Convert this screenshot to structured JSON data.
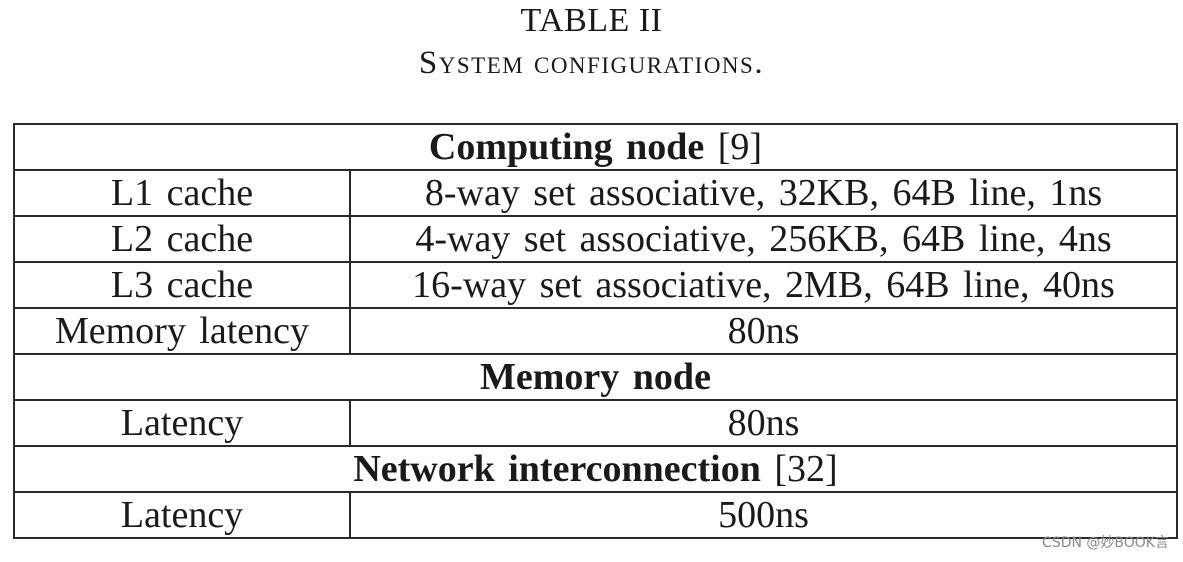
{
  "table": {
    "number": "TABLE II",
    "caption": "System configurations.",
    "sections": [
      {
        "title": "Computing node",
        "ref": "[9]",
        "rows": [
          {
            "label": "L1 cache",
            "value": "8-way set associative, 32KB, 64B line, 1ns"
          },
          {
            "label": "L2 cache",
            "value": "4-way set associative, 256KB, 64B line, 4ns"
          },
          {
            "label": "L3 cache",
            "value": "16-way set associative, 2MB, 64B line, 40ns"
          },
          {
            "label": "Memory latency",
            "value": "80ns"
          }
        ]
      },
      {
        "title": "Memory node",
        "ref": "",
        "rows": [
          {
            "label": "Latency",
            "value": "80ns"
          }
        ]
      },
      {
        "title": "Network interconnection",
        "ref": "[32]",
        "rows": [
          {
            "label": "Latency",
            "value": "500ns"
          }
        ]
      }
    ]
  },
  "watermark": "CSDN @妙BOOK言"
}
